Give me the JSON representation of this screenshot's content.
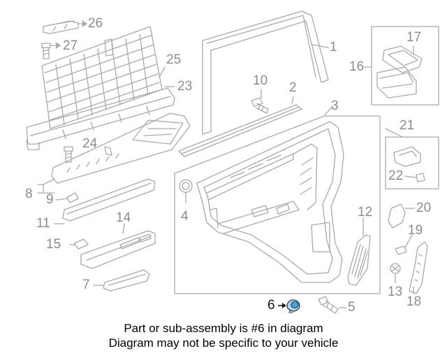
{
  "colors": {
    "line": "#a9a9a9",
    "highlight": "#3fa9e0",
    "banner_bg": "#3db4ef",
    "banner_text": "#000000",
    "callout_text": "#8c8c8c"
  },
  "callouts": [
    "1",
    "2",
    "3",
    "4",
    "5",
    "6",
    "7",
    "8",
    "9",
    "10",
    "11",
    "12",
    "13",
    "14",
    "15",
    "16",
    "17",
    "18",
    "19",
    "20",
    "21",
    "22",
    "23",
    "24",
    "25",
    "26",
    "27"
  ],
  "highlighted_part": "6",
  "banner": {
    "line1": "Part or sub-assembly is #6 in diagram",
    "line2": "Diagram may not be specific to your vehicle"
  }
}
